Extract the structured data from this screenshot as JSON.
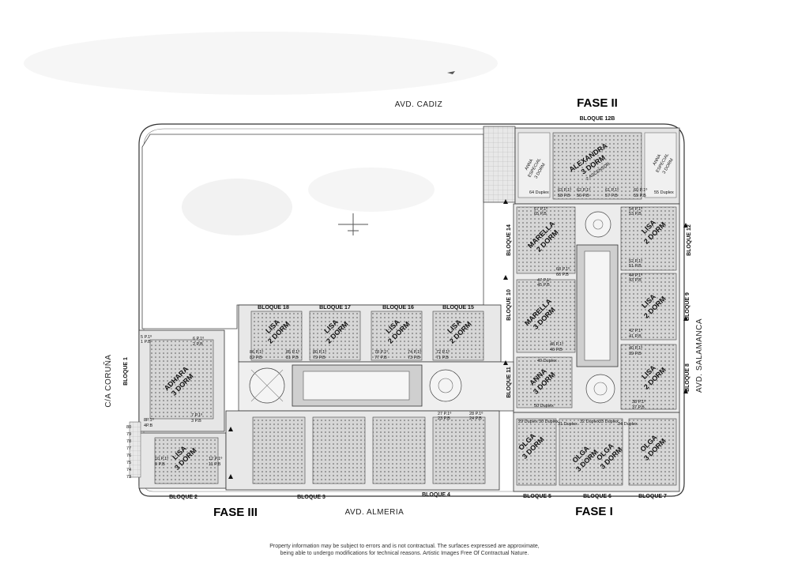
{
  "streets": {
    "north": "AVD. CADIZ",
    "south": "AVD. ALMERIA",
    "west": "C/A CORUÑA",
    "east": "AVD. SALAMANCA"
  },
  "phases": [
    "FASE II",
    "FASE III",
    "FASE I"
  ],
  "bloques": {
    "b12b": "BLOQUE 12B",
    "b1": "BLOQUE 1",
    "b2": "BLOQUE 2",
    "b3": "BLOQUE 3",
    "b4": "BLOQUE 4",
    "b5": "BLOQUE 5",
    "b6": "BLOQUE 6",
    "b7": "BLOQUE 7",
    "b8": "BLOQUE 8",
    "b9": "BLOQUE 9",
    "b10": "BLOQUE 10",
    "b11": "BLOQUE 11",
    "b12": "BLOQUE 12",
    "b14": "BLOQUE 14",
    "b15": "BLOQUE 15",
    "b16": "BLOQUE 16",
    "b17": "BLOQUE 17",
    "b18": "BLOQUE 18"
  },
  "models": {
    "alexandra": "ALEXANDRA",
    "alexandra_sub": "3 DORM",
    "alexandra_sub2": "2 ASCENSOR",
    "anna_esp": "ANNA",
    "anna_esp_sub": "ESPECIAL",
    "anna_esp_sub2": "3 DORM",
    "anna_esp2": "ANNA",
    "anna_esp2_sub": "ESPECIAL",
    "anna_esp2_sub2": "3 DORM",
    "marella1": "MARELLA",
    "marella1_sub": "2 DORM",
    "marella2": "MARELLA",
    "marella2_sub": "3 DORM",
    "lisa_e1": "LISA",
    "lisa_e1_sub": "2 DORM",
    "lisa_e2": "LISA",
    "lisa_e2_sub": "2 DORM",
    "lisa_e3": "LISA",
    "lisa_e3_sub": "2 DORM",
    "anna11": "ANNA",
    "anna11_sub": "3 DORM",
    "adhara": "ADHARA",
    "adhara_sub": "3 DORM",
    "lisa_w": "LISA",
    "lisa_w_sub": "3 DORM",
    "lisa_r1": "LISA",
    "lisa_r1_sub": "2 DORM",
    "lisa_r2": "LISA",
    "lisa_r2_sub": "2 DORM",
    "lisa_r3": "LISA",
    "lisa_r3_sub": "2 DORM",
    "lisa_r4": "LISA",
    "lisa_r4_sub": "2 DORM",
    "olga1": "OLGA",
    "olga1_sub": "3 DORM",
    "olga2": "OLGA",
    "olga2_sub": "3 DORM",
    "olga3": "OLGA",
    "olga3_sub": "3 DORM",
    "olga4": "OLGA",
    "olga4_sub": "3 DORM"
  },
  "units": {
    "u64": "64 Duplex",
    "u63": "63 P.1º",
    "u58": "58 P.B",
    "u62": "62 P.1º",
    "u56": "56 P.B",
    "u61": "61 P.1º",
    "u57": "57 P.B",
    "u60": "60 P.1º",
    "u59": "59 P.B",
    "u55": "55 Duplex",
    "u67": "67 P.1º",
    "u65": "65 P.B",
    "u54": "54 P.1º",
    "u53": "53 P.B",
    "u68": "68 P.1º",
    "u66": "66 P.B",
    "u52": "52 P.1º",
    "u51": "51 P.B",
    "u44": "44 P.1º",
    "u43": "43 P.B",
    "u47": "47 P.1º",
    "u45": "45 P.B",
    "u42": "42 P.1º",
    "u41": "41 P.B",
    "u48": "48 P.1º",
    "u46": "46 P.B",
    "u40": "40 P.1º",
    "u39": "39 P.B",
    "u38": "38 P.1º",
    "u37": "37 P.B",
    "u50": "50 Duplex",
    "u49": "49 Duplex",
    "u5": "5 P.1º",
    "u1": "1 P.B",
    "u6": "6 P.1º",
    "u2": "2 P.B",
    "u7": "7 P.1º",
    "u3": "3 P.B",
    "u8": "8P.1º",
    "u4": "4P.B",
    "u10": "10 P.1º",
    "u9": "9 P.B",
    "u12": "12 P.1º",
    "u11": "11 P.B",
    "u27": "27 P.1º",
    "u23": "23 P.B",
    "u28": "28 P.1º",
    "u24": "24 P.B",
    "u29": "29 Duplex",
    "u30": "30 Duplex",
    "u31": "31 Duplex",
    "u32": "32 Duplex",
    "u33": "33 Duplex",
    "u34": "34 Duplex",
    "u86": "86 P.1º",
    "u82": "82 P.B",
    "u85": "85 P.1º",
    "u81": "81 P.B",
    "u80": "80 P.1º",
    "u79": "79 P.B",
    "u78": "78 P.1º",
    "u77": "77 P.B",
    "u74": "74 P.1º",
    "u73": "73 P.B",
    "u72": "72 P.1º",
    "u71": "71 P.B"
  },
  "parking_numbers": [
    "80",
    "79",
    "78",
    "77",
    "76",
    "75",
    "74",
    "73"
  ],
  "disclaimer": {
    "line1": "Property information may be subject to errors and is not contractual. The surfaces expressed are approximate,",
    "line2": "being able to undergo modifications for technical reasons. Artistic Images Free Of Contractual Nature."
  }
}
